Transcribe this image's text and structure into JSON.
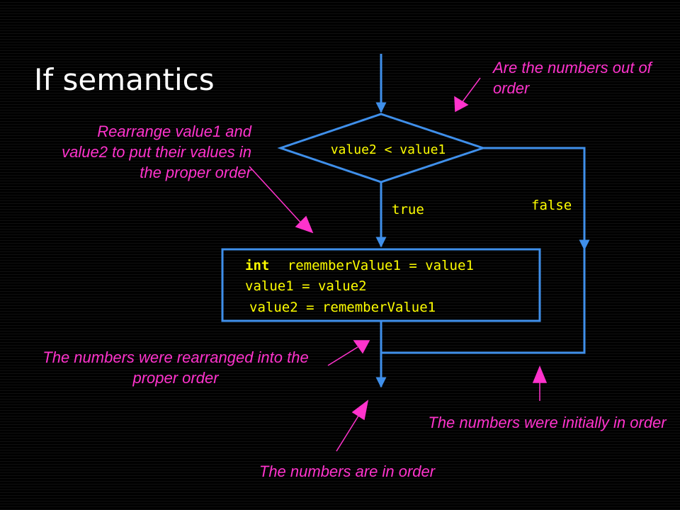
{
  "title": "If semantics",
  "condition": "value2 < value1",
  "branch_true": "true",
  "branch_false": "false",
  "code_block": {
    "line1_keyword": "int",
    "line1_rest": "rememberValue1 = value1",
    "line2": "value1 = value2",
    "line3": "value2 = rememberValue1"
  },
  "annotations": {
    "out_of_order": "Are  the numbers out of order",
    "rearrange": "Rearrange value1 and value2 to put their values in the proper order",
    "rearranged": "The  numbers were rearranged into the proper order",
    "initially_in_order": "The numbers were initially in order",
    "in_order": "The numbers are in order"
  },
  "colors": {
    "background": "#000000",
    "flow_lines": "#3f8fea",
    "annotation_text": "#ff33cc",
    "code_text": "#ffff00",
    "title_text": "#ffffff"
  }
}
